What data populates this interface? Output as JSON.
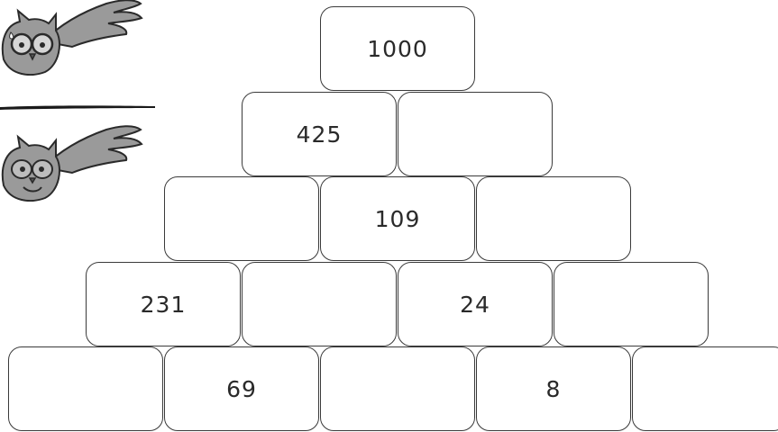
{
  "pyramid": {
    "rows": [
      [
        "1000"
      ],
      [
        "425",
        ""
      ],
      [
        "",
        "109",
        ""
      ],
      [
        "231",
        "",
        "24",
        ""
      ],
      [
        "",
        "69",
        "",
        "8",
        ""
      ]
    ]
  },
  "colors": {
    "brick_border": "#3a3a3a",
    "owl_gray": "#9a9a9a",
    "owl_face": "#bdbdbd"
  },
  "icons": [
    "owl-flying-glasses-icon",
    "owl-flying-smiling-icon"
  ]
}
